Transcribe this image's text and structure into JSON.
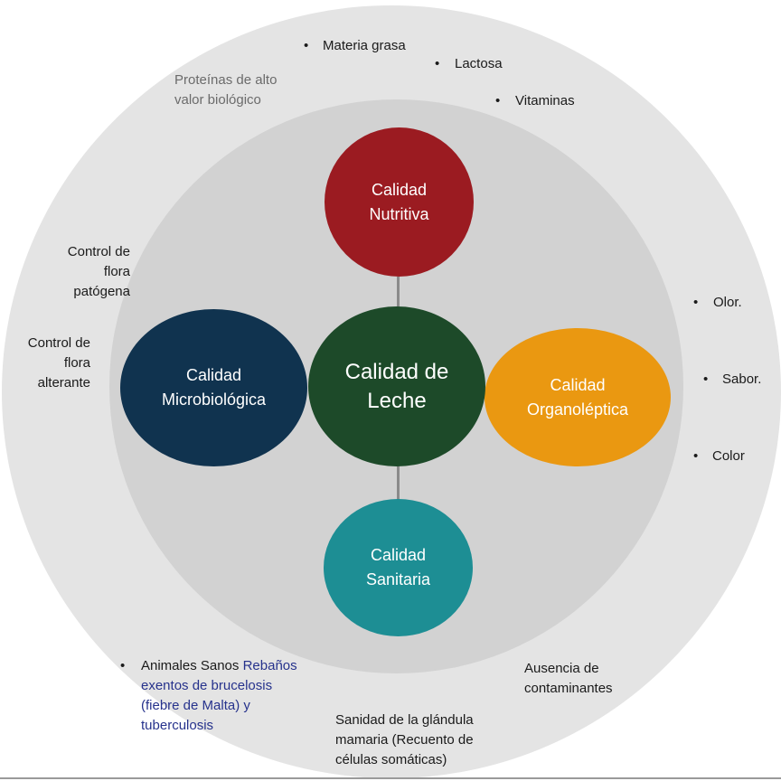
{
  "diagram": {
    "center": {
      "label": "Calidad de\nLeche",
      "color": "#1d4a29"
    },
    "nodes": {
      "top": {
        "label": "Calidad\nNutritiva",
        "color": "#9b1b21"
      },
      "left": {
        "label": "Calidad\nMicrobiológica",
        "color": "#10334f"
      },
      "right": {
        "label": "Calidad\nOrganoléptica",
        "color": "#ea9811"
      },
      "bottom": {
        "label": "Calidad\nSanitaria",
        "color": "#1d8e94"
      }
    },
    "nutritiva_items": [
      "Materia grasa",
      "Lactosa",
      "Vitaminas"
    ],
    "nutritiva_note": "Proteínas de alto\nvalor biológico",
    "organoleptica_items": [
      "Olor.",
      "Sabor.",
      "Color"
    ],
    "microbiologica_items": [
      "Control de\nflora\npatógena",
      "Control de\nflora\nalterante"
    ],
    "sanitaria": {
      "animales_prefix": "Animales Sanos",
      "animales_blue_1": "Rebaños",
      "animales_blue_2": "exentos de brucelosis\n(fiebre de Malta) y\ntuberculosis",
      "contaminantes": "Ausencia de\ncontaminantes",
      "glandula": "Sanidad de la glándula\nmamaria (Recuento de\ncélulas somáticas)"
    },
    "bullet_symbol": "•",
    "colors": {
      "outer_ring": "#e4e4e4",
      "inner_ring": "#d2d2d2",
      "connector": "#8a8a8a",
      "blue_text": "#26328c"
    }
  }
}
